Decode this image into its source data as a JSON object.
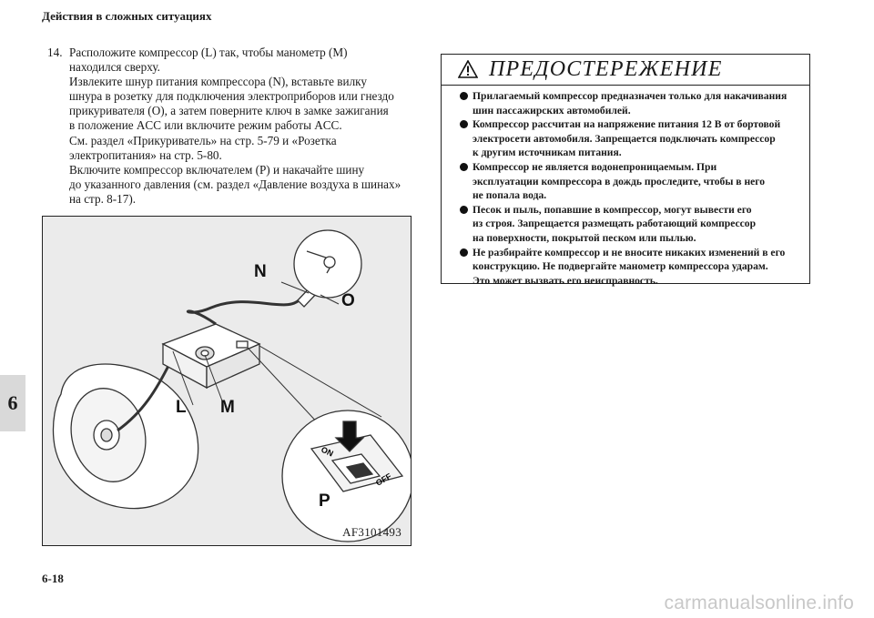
{
  "header": {
    "section_title": "Действия в сложных ситуациях"
  },
  "chapter_tab": "6",
  "footer": {
    "page_number": "6-18"
  },
  "step": {
    "number": "14.",
    "lines": [
      "Расположите компрессор (L) так, чтобы манометр (M)",
      "находился сверху.",
      "Извлеките шнур питания компрессора (N), вставьте вилку",
      "шнура в розетку для подключения электроприборов или гнездо",
      "прикуривателя (O), а затем поверните ключ в замке зажигания",
      "в положение ACC или включите режим работы ACC.",
      "См. раздел «Прикуриватель» на стр. 5-79 и «Розетка",
      "электропитания» на стр. 5-80.",
      "Включите компрессор включателем (P) и накачайте шину",
      "до указанного давления (см. раздел «Давление воздуха в шинах»",
      "на стр. 8-17)."
    ]
  },
  "figure": {
    "code": "AF3101493",
    "labels": {
      "N": "N",
      "O": "O",
      "L": "L",
      "M": "M",
      "P": "P"
    },
    "switch": {
      "on": "ON",
      "off": "OFF"
    }
  },
  "warning": {
    "title": "ПРЕДОСТЕРЕЖЕНИЕ",
    "icon": "warning-triangle-icon",
    "items": [
      [
        "Прилагаемый компрессор предназначен только для накачивания",
        "шин пассажирских автомобилей."
      ],
      [
        "Компрессор рассчитан на напряжение питания 12 В от бортовой",
        "электросети автомобиля. Запрещается подключать компрессор",
        "к другим источникам питания."
      ],
      [
        "Компрессор не является водонепроницаемым. При",
        "эксплуатации компрессора в дождь проследите, чтобы в него",
        "не попала вода."
      ],
      [
        "Песок и пыль, попавшие в компрессор, могут вывести его",
        "из строя. Запрещается размещать работающий компрессор",
        "на поверхности, покрытой песком или пылью."
      ],
      [
        "Не разбирайте компрессор и не вносите никаких изменений в его",
        "конструкцию. Не подвергайте манометр компрессора ударам.",
        "Это может вызвать его неисправность."
      ]
    ]
  },
  "watermark": "carmanualsonline.info"
}
